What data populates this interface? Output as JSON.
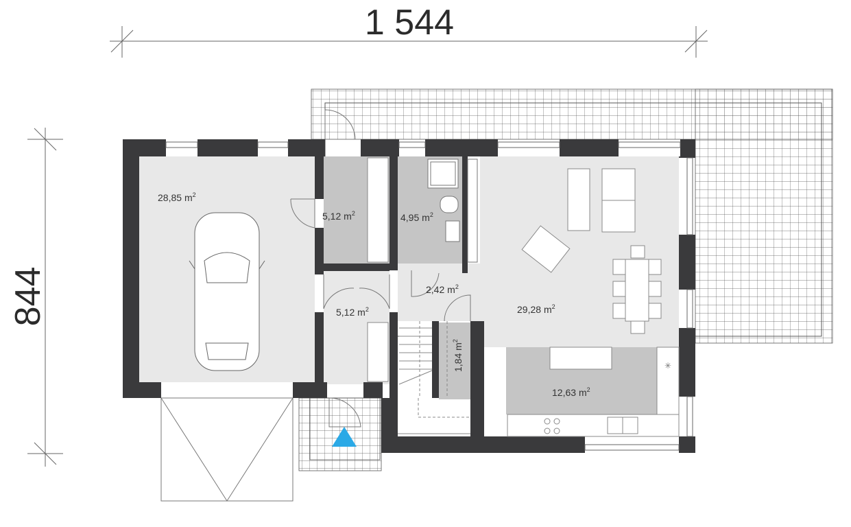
{
  "dimensions": {
    "width": "1 544",
    "height": "844"
  },
  "rooms": [
    {
      "area": "28,85",
      "unit": "m"
    },
    {
      "area": "5,12",
      "unit": "m"
    },
    {
      "area": "4,95",
      "unit": "m"
    },
    {
      "area": "2,42",
      "unit": "m"
    },
    {
      "area": "29,28",
      "unit": "m"
    },
    {
      "area": "5,12",
      "unit": "m"
    },
    {
      "area": "1,84",
      "unit": "m"
    },
    {
      "area": "12,63",
      "unit": "m"
    }
  ],
  "unit_superscript": "2",
  "colors": {
    "wall": "#3a3a3c",
    "floor_light": "#e8e8e8",
    "floor_dark": "#c5c5c5",
    "entrance_marker": "#2ba9e6",
    "grid": "#444444"
  }
}
